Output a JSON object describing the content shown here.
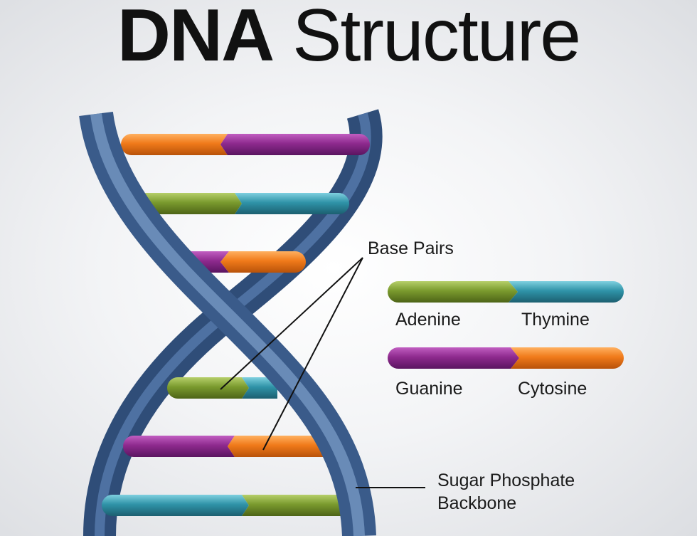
{
  "title": {
    "bold": "DNA",
    "rest": "Structure"
  },
  "labels": {
    "base_pairs": "Base Pairs",
    "backbone_line1": "Sugar Phosphate",
    "backbone_line2": "Backbone"
  },
  "legend": [
    {
      "left": "Adenine",
      "right": "Thymine",
      "left_color": "#7a9a2e",
      "right_color": "#2f93a8"
    },
    {
      "left": "Guanine",
      "right": "Cytosine",
      "left_color": "#8e2a8e",
      "right_color": "#f07a1a"
    }
  ],
  "colors": {
    "backbone": "#3d5f8e",
    "adenine": "#7a9a2e",
    "thymine": "#2f93a8",
    "guanine": "#8e2a8e",
    "cytosine": "#f07a1a"
  }
}
